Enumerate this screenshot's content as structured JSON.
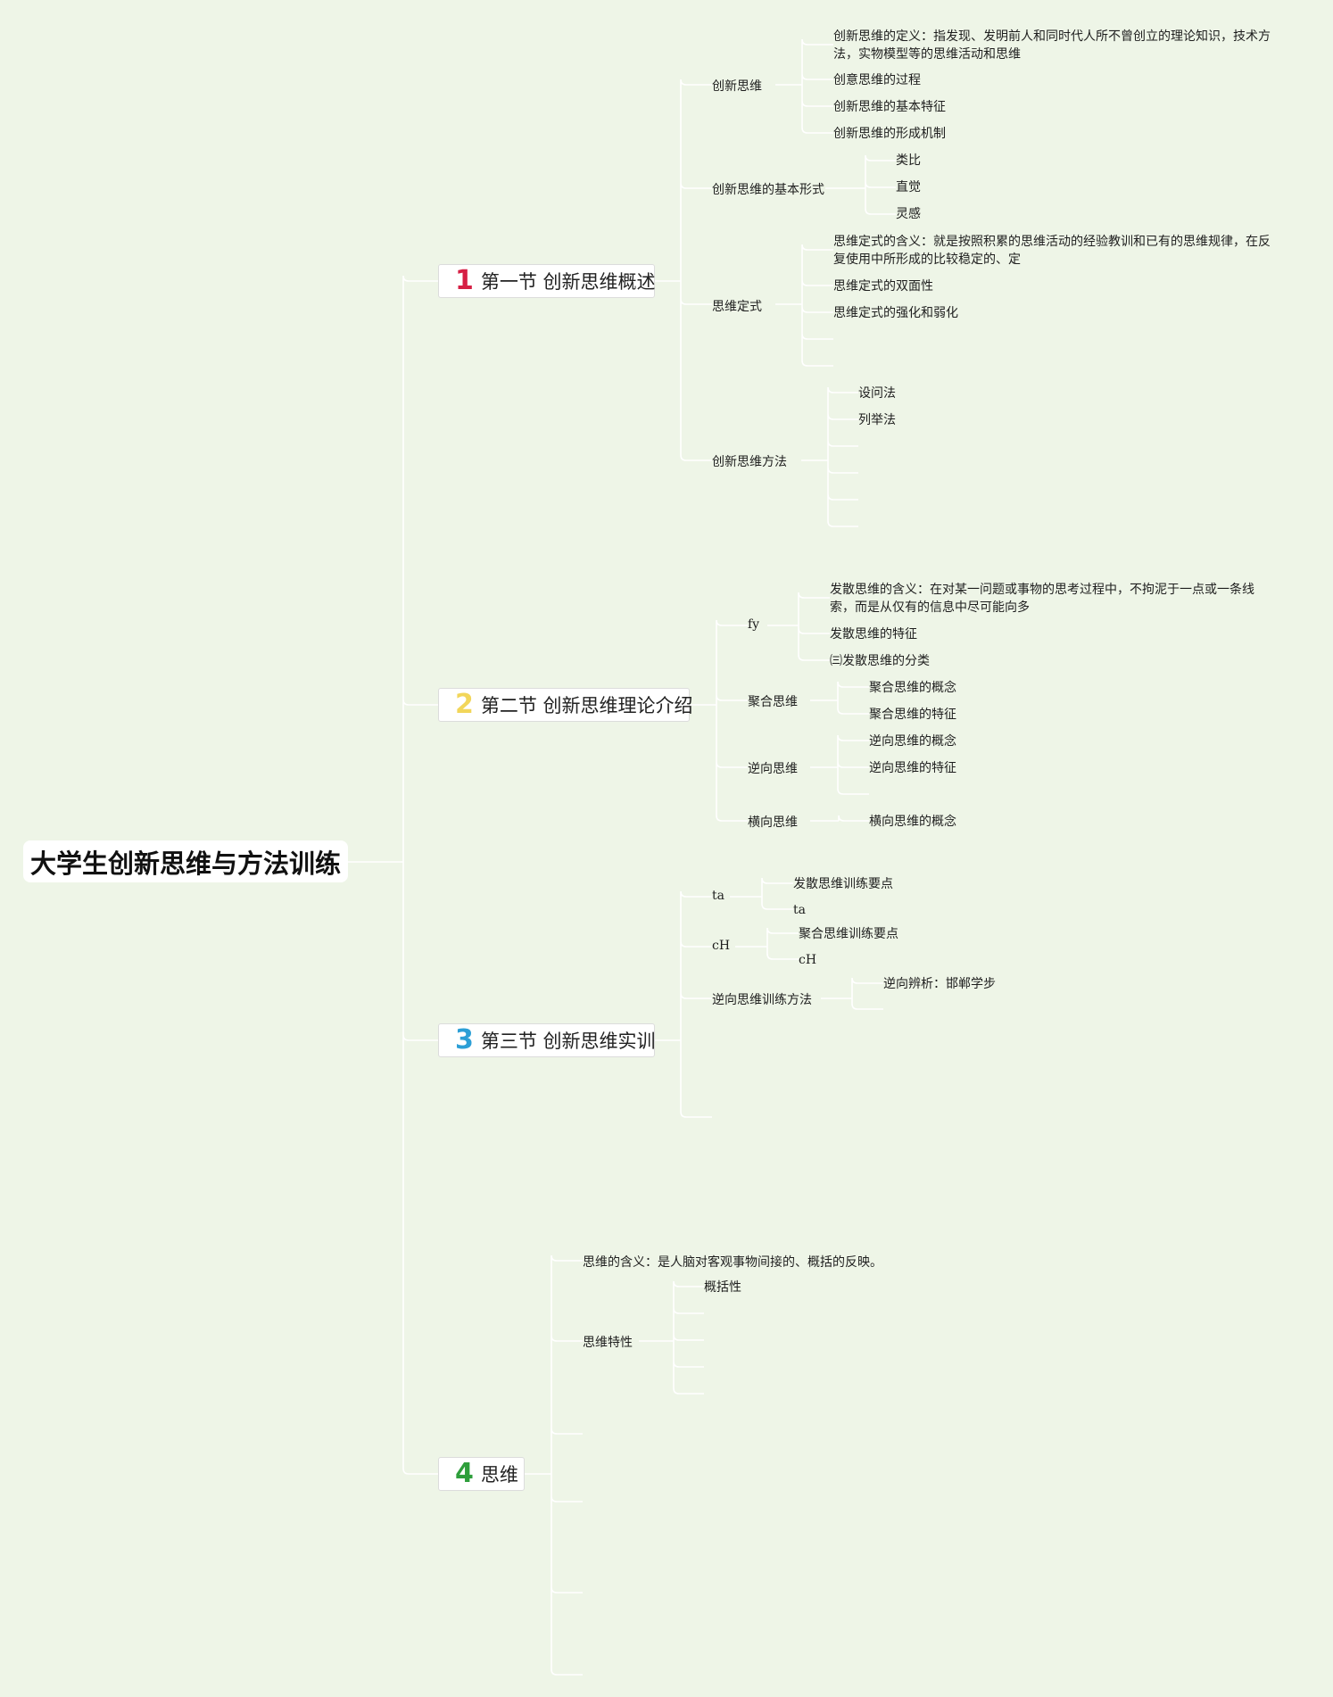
{
  "colors": {
    "background": "#eef5e7",
    "connector": "#ffffff",
    "num1": "#d61f44",
    "num2": "#f2d65a",
    "num3": "#2c9fd6",
    "num4": "#2e9e3b"
  },
  "root": {
    "label": "大学生创新思维与方法训练"
  },
  "sections": [
    {
      "num": "1",
      "label": "第一节 创新思维概述",
      "children": [
        {
          "label": "创新思维",
          "children": [
            "创新思维的定义：指发现、发明前人和同时代人所不曾创立的理论知识，技术方法，实物模型等的思维活动和思维",
            "创意思维的过程",
            "创新思维的基本特征",
            "创新思维的形成机制"
          ]
        },
        {
          "label": "创新思维的基本形式",
          "children": [
            "类比",
            "直觉",
            "灵感"
          ]
        },
        {
          "label": "思维定式",
          "children": [
            "思维定式的含义：就是按照积累的思维活动的经验教训和已有的思维规律，在反复使用中所形成的比较稳定的、定",
            "思维定式的双面性",
            "思维定式的强化和弱化"
          ]
        },
        {
          "label": "创新思维方法",
          "children": [
            "设问法",
            "列举法"
          ]
        }
      ]
    },
    {
      "num": "2",
      "label": "第二节 创新思维理论介绍",
      "children": [
        {
          "label": "fy",
          "children": [
            "发散思维的含义：在对某一问题或事物的思考过程中，不拘泥于一点或一条线索，而是从仅有的信息中尽可能向多",
            "发散思维的特征",
            "㈢发散思维的分类"
          ]
        },
        {
          "label": "聚合思维",
          "children": [
            "聚合思维的概念",
            "聚合思维的特征"
          ]
        },
        {
          "label": "逆向思维",
          "children": [
            "逆向思维的概念",
            "逆向思维的特征"
          ]
        },
        {
          "label": "横向思维",
          "children": [
            "横向思维的概念"
          ]
        }
      ]
    },
    {
      "num": "3",
      "label": "第三节 创新思维实训",
      "children": [
        {
          "label": "ta",
          "children": [
            "发散思维训练要点",
            "ta"
          ]
        },
        {
          "label": "cH",
          "children": [
            "聚合思维训练要点",
            "cH"
          ]
        },
        {
          "label": "逆向思维训练方法",
          "children": [
            "逆向辨析：邯郸学步"
          ]
        }
      ]
    },
    {
      "num": "4",
      "label": "思维",
      "children": [
        {
          "label": "思维的含义：是人脑对客观事物间接的、概括的反映。",
          "children": []
        },
        {
          "label": "思维特性",
          "children": [
            "概括性"
          ]
        }
      ]
    }
  ]
}
